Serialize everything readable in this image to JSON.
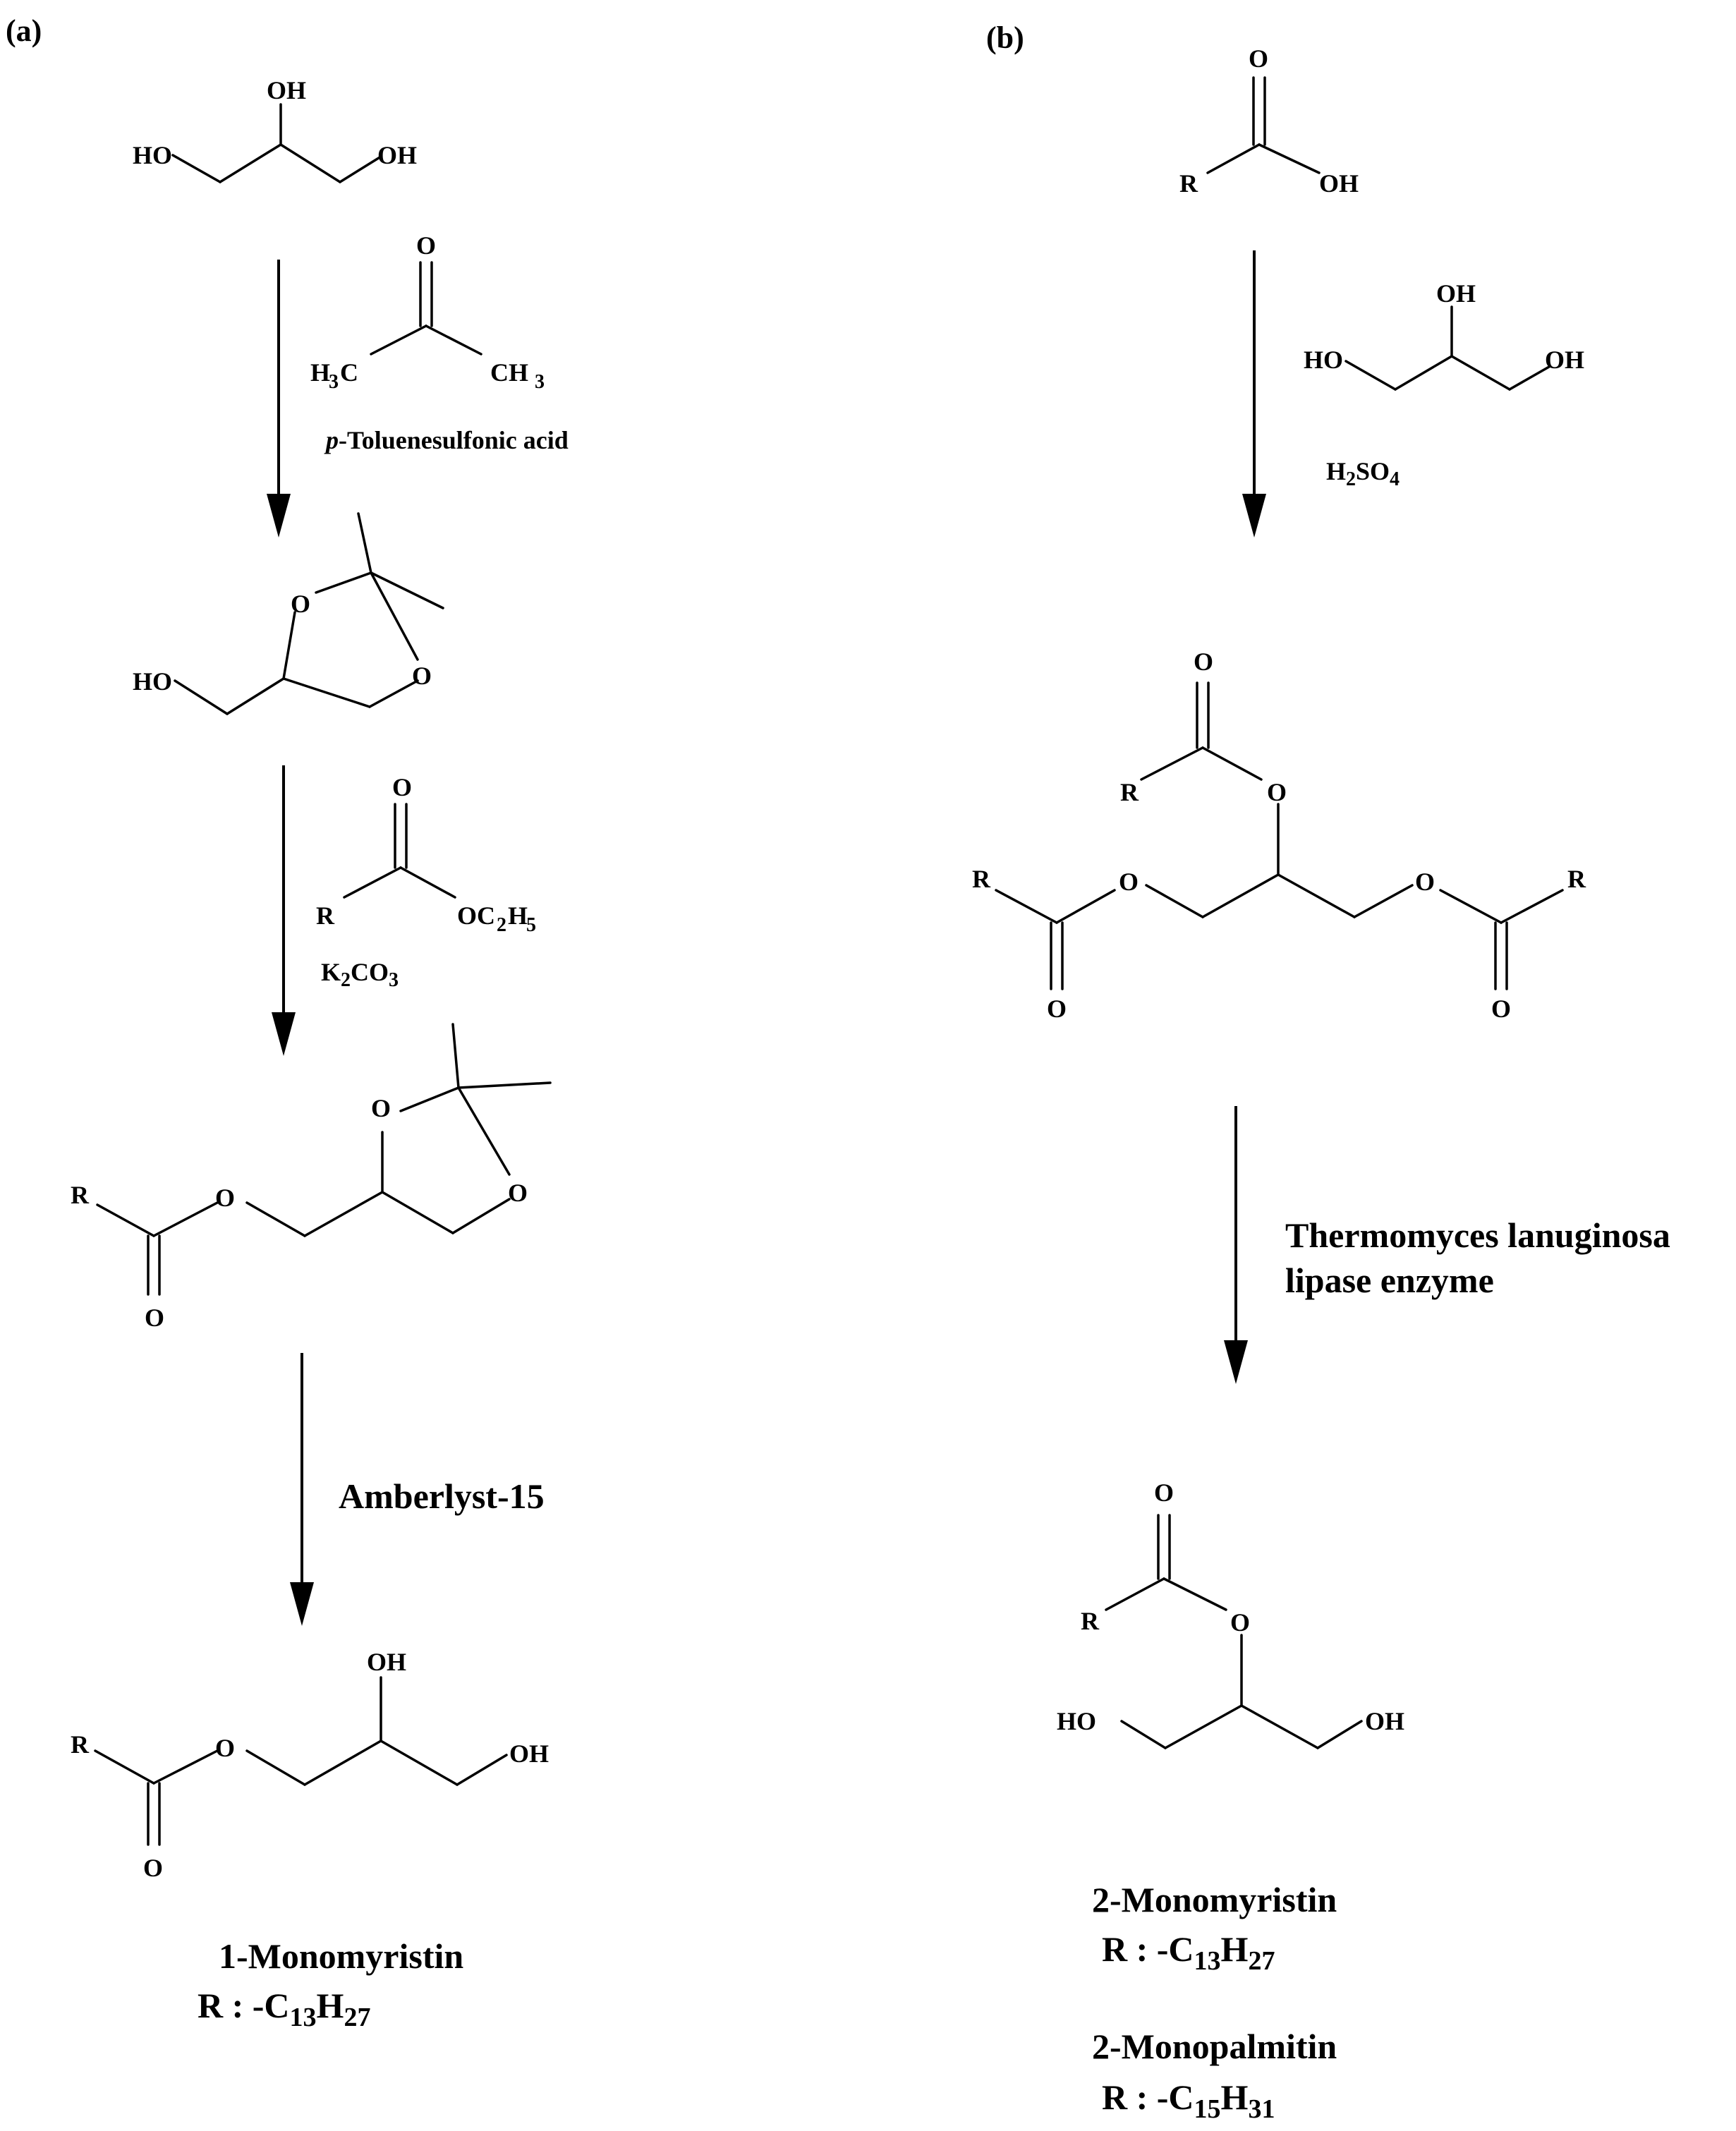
{
  "panels": {
    "a": "(a)",
    "b": "(b)"
  },
  "atoms": {
    "O": "O",
    "OH": "OH",
    "HO": "HO",
    "R": "R",
    "H3C_H": "H",
    "H3C_n": "3",
    "H3C_C": "C",
    "CH3_C": "CH",
    "CH3_n": "3",
    "OEt_a": "OC",
    "OEt_n1": "2",
    "OEt_b": "H",
    "OEt_n2": "5"
  },
  "reagents": {
    "a_step1_italic": "p",
    "a_step1_rest": "-Toluenesulfonic acid",
    "a_step2_k": "K",
    "a_step2_k_n": "2",
    "a_step2_co": "CO",
    "a_step2_co_n": "3",
    "a_step3": "Amberlyst-15",
    "b_step1_h": "H",
    "b_step1_h_n": "2",
    "b_step1_so": "SO",
    "b_step1_so_n": "4",
    "b_step2_line1": "Thermomyces lanuginosa",
    "b_step2_line2": "lipase enzyme"
  },
  "products": {
    "a_name": "1-Monomyristin",
    "a_r_prefix": "R : -C",
    "a_r_n1": "13",
    "a_r_h": "H",
    "a_r_n2": "27",
    "b1_name": "2-Monomyristin",
    "b1_r_prefix": "R : -C",
    "b1_r_n1": "13",
    "b1_r_h": "H",
    "b1_r_n2": "27",
    "b2_name": "2-Monopalmitin",
    "b2_r_prefix": "R : -C",
    "b2_r_n1": "15",
    "b2_r_h": "H",
    "b2_r_n2": "31"
  }
}
